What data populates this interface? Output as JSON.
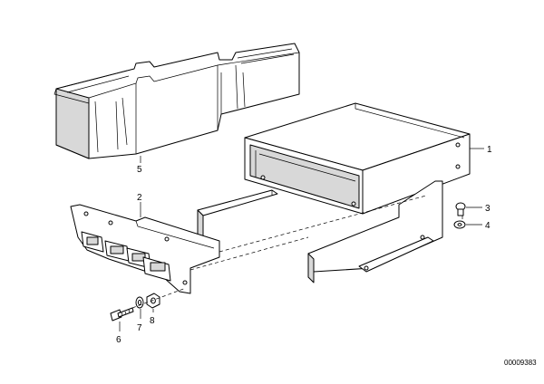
{
  "diagram": {
    "callouts": {
      "p1": "1",
      "p2": "2",
      "p3": "3",
      "p4": "4",
      "p5": "5",
      "p6": "6",
      "p7": "7",
      "p8": "8"
    },
    "doc_number": "00009383"
  }
}
